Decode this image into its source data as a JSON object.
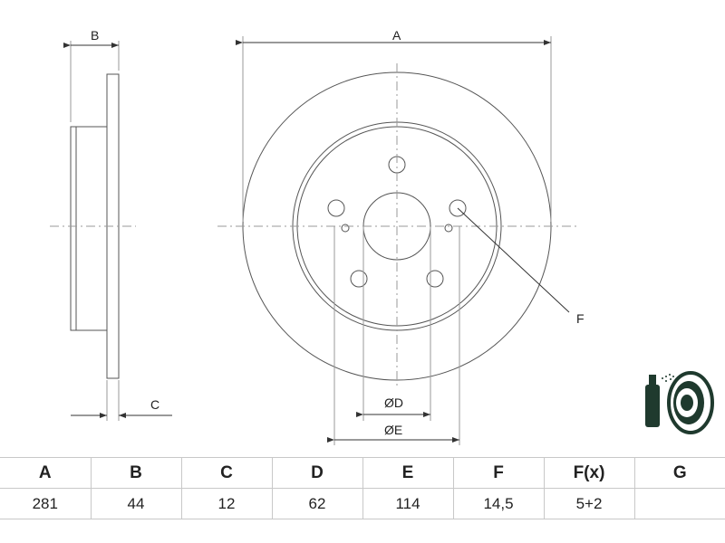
{
  "drawing": {
    "labels": {
      "a": "A",
      "b": "B",
      "c": "C",
      "f": "F",
      "d": "ØD",
      "e": "ØE"
    },
    "icon": "brake-cleaner-spray-icon"
  },
  "table": {
    "headers": [
      "A",
      "B",
      "C",
      "D",
      "E",
      "F",
      "F(x)",
      "G"
    ],
    "values": [
      "281",
      "44",
      "12",
      "62",
      "114",
      "14,5",
      "5+2",
      ""
    ]
  }
}
